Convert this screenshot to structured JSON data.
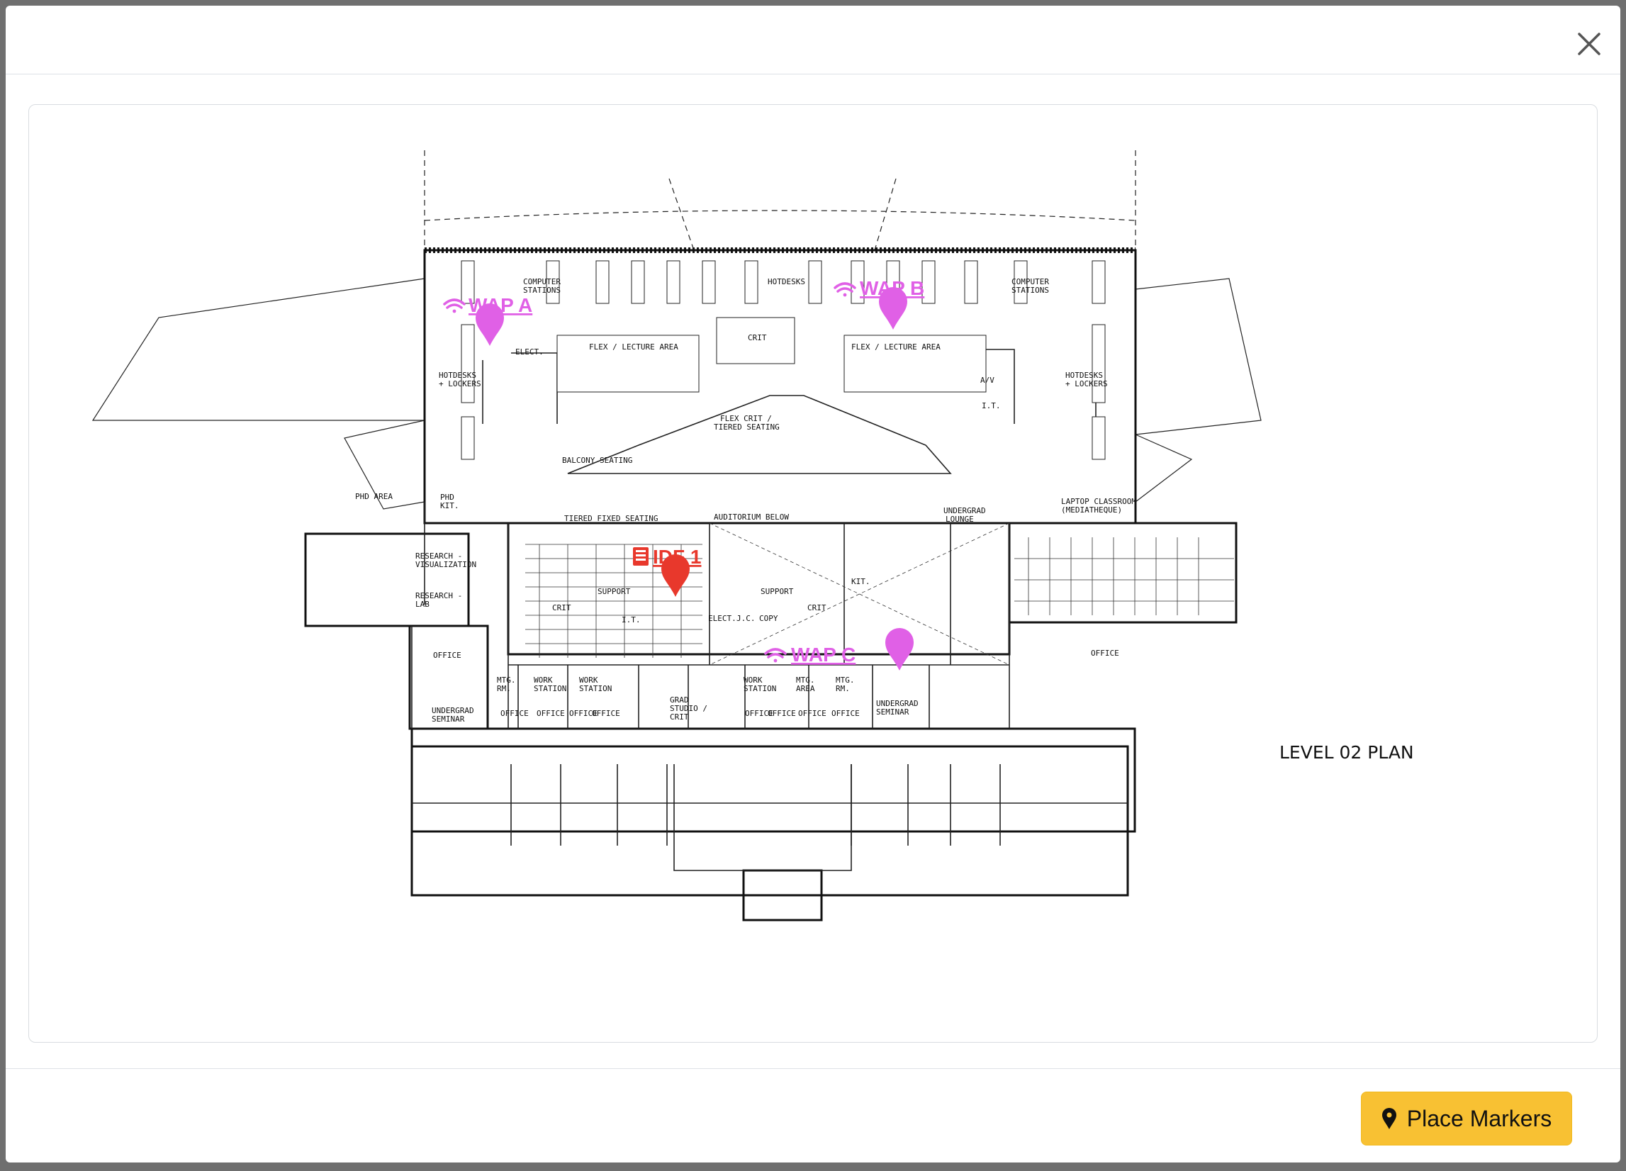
{
  "header": {
    "close_icon": "close-icon"
  },
  "floor_plan": {
    "level_label": "LEVEL 02 PLAN",
    "rooms": {
      "computer_stations_left": [
        "COMPUTER",
        "STATIONS"
      ],
      "computer_stations_right": [
        "COMPUTER",
        "STATIONS"
      ],
      "hotdesks_top": "HOTDESKS",
      "hotdesks_lockers_left": [
        "HOTDESKS",
        "+ LOCKERS"
      ],
      "hotdesks_lockers_right": [
        "HOTDESKS",
        "+ LOCKERS"
      ],
      "crit_top": "CRIT",
      "flex_left": "FLEX / LECTURE AREA",
      "flex_right": "FLEX / LECTURE AREA",
      "elect_top": "ELECT.",
      "av": "A/V",
      "it_top": "I.T.",
      "flex_crit": [
        "FLEX CRIT /",
        "TIERED SEATING"
      ],
      "balcony": "BALCONY SEATING",
      "tiered": "TIERED FIXED SEATING",
      "auditorium": "AUDITORIUM BELOW",
      "undergrad_lounge": [
        "UNDERGRAD",
        "LOUNGE"
      ],
      "laptop_classroom": [
        "LAPTOP CLASSROOM",
        "(MEDIATHEQUE)"
      ],
      "phd_area": "PHD AREA",
      "phd_kit": [
        "PHD",
        "KIT."
      ],
      "research_viz": [
        "RESEARCH -",
        "VISUALIZATION"
      ],
      "research_lab": [
        "RESEARCH -",
        "LAB"
      ],
      "support_left": "SUPPORT",
      "support_right": "SUPPORT",
      "kit": "KIT.",
      "crit_left": "CRIT",
      "crit_right": "CRIT",
      "it_mid": "I.T.",
      "elect_mid": "ELECT.",
      "jc": "J.C.",
      "copy": "COPY",
      "office_left": "OFFICE",
      "office_right": "OFFICE",
      "mtg_rm_left": [
        "MTG.",
        "RM."
      ],
      "work_station_1": [
        "WORK",
        "STATION"
      ],
      "work_station_2": [
        "WORK",
        "STATION"
      ],
      "work_station_3": [
        "WORK",
        "STATION"
      ],
      "grad_studio": [
        "GRAD",
        "STUDIO /",
        "CRIT"
      ],
      "mtg_area": [
        "MTG.",
        "AREA"
      ],
      "mtg_rm_right": [
        "MTG.",
        "RM."
      ],
      "undergrad_seminar_left": [
        "UNDERGRAD",
        "SEMINAR"
      ],
      "undergrad_seminar_right": [
        "UNDERGRAD",
        "SEMINAR"
      ],
      "office_row": [
        "OFFICE",
        "OFFICE",
        "OFFICE",
        "OFFICE",
        "OFFICE",
        "OFFICE",
        "OFFICE",
        "OFFICE"
      ]
    },
    "markers": [
      {
        "label": "WAP A",
        "kind": "wifi-icon",
        "color": "#e060e6"
      },
      {
        "label": "WAP B",
        "kind": "wifi-icon",
        "color": "#e060e6"
      },
      {
        "label": "WAP C",
        "kind": "wifi-icon",
        "color": "#e060e6"
      },
      {
        "label": "IDF 1",
        "kind": "server-icon",
        "color": "#e8382c"
      }
    ]
  },
  "footer": {
    "place_markers_label": "Place Markers",
    "place_markers_icon": "map-pin-icon",
    "button_color": "#f8c133"
  }
}
